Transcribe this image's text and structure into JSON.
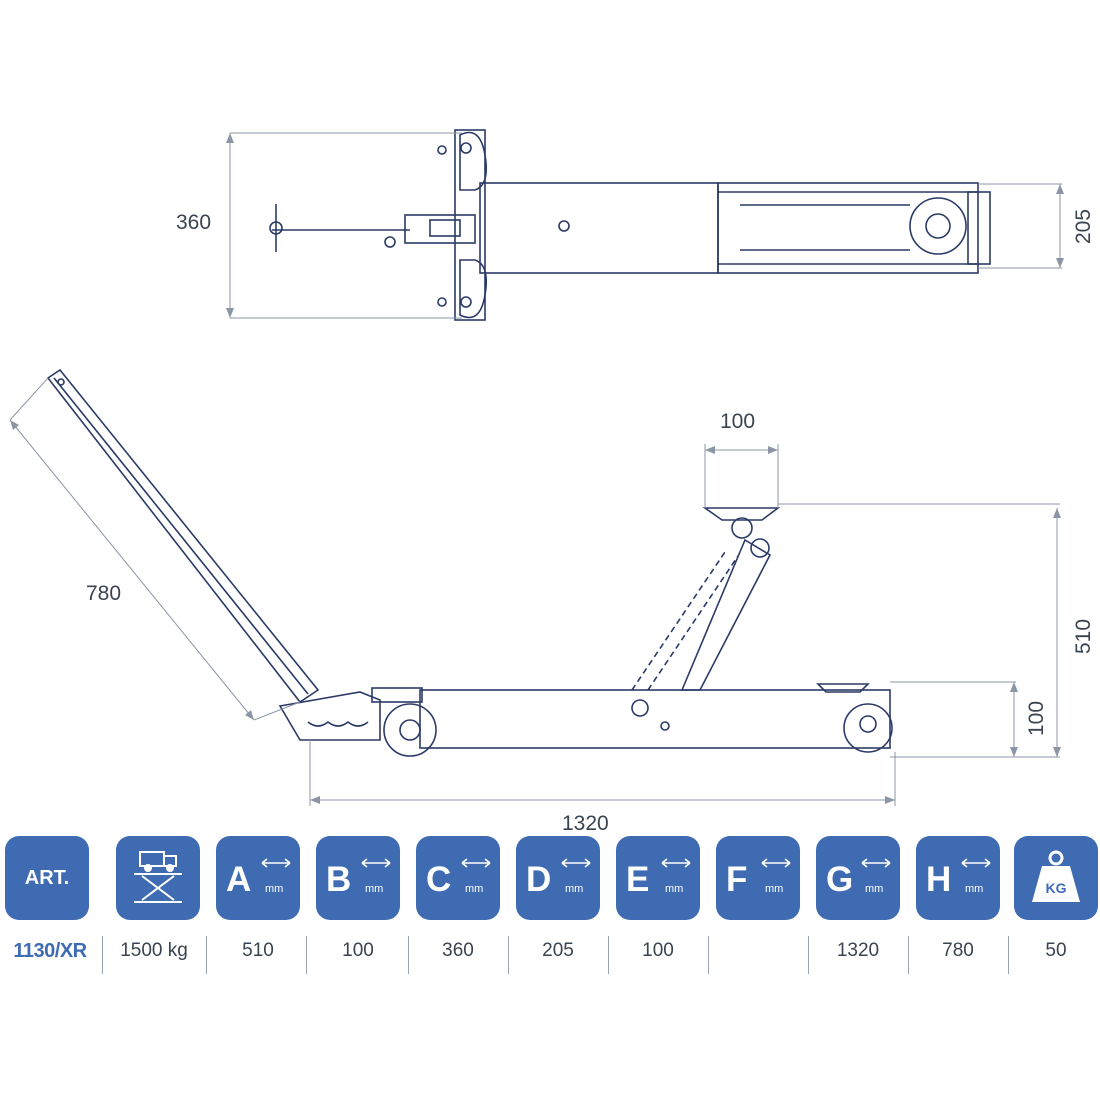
{
  "dimensions": {
    "top_width": "360",
    "top_pad": "205",
    "saddle": "100",
    "max_height": "510",
    "min_height": "100",
    "length": "1320",
    "handle": "780"
  },
  "colors": {
    "tile": "#3f6bb3",
    "line": "#2b3a67",
    "text": "#3a4350"
  },
  "table": {
    "header_art": "ART.",
    "unit": "mm",
    "capacity_icon": "lift-truck-icon",
    "weight_icon": "weight-kg-icon",
    "weight_label": "KG",
    "columns": [
      "A",
      "B",
      "C",
      "D",
      "E",
      "F",
      "G",
      "H"
    ],
    "art_value": "1130/XR",
    "capacity_value": "1500 kg",
    "values": [
      "510",
      "100",
      "360",
      "205",
      "100",
      "",
      "1320",
      "780"
    ],
    "weight_value": "50"
  }
}
